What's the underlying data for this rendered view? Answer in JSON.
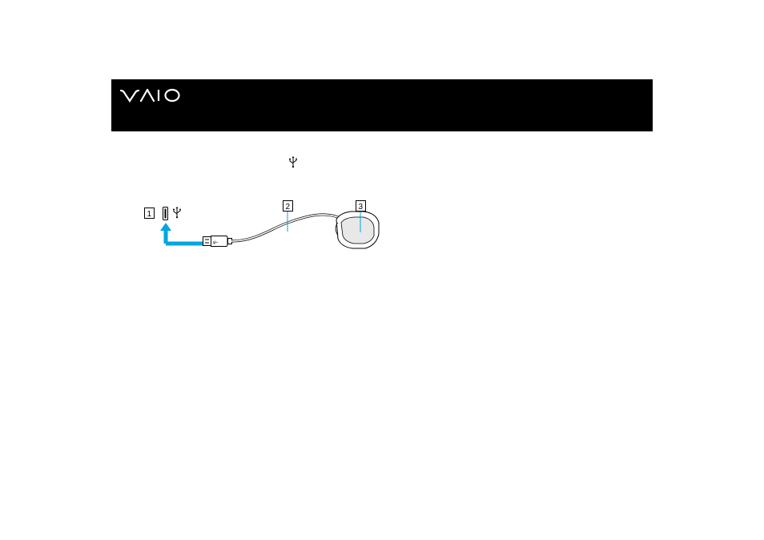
{
  "header": {
    "brand_color": "#000000",
    "logo": {
      "icon": "vaio-logo"
    }
  },
  "icons": {
    "inline_usb": "usb-symbol-icon"
  },
  "diagram": {
    "callouts": [
      {
        "number": "1"
      },
      {
        "number": "2"
      },
      {
        "number": "3"
      }
    ],
    "arrow_color": "#00a6e0",
    "icons": [
      "usb-port-icon",
      "usb-symbol-icon",
      "usb-plug-icon",
      "cable-icon",
      "device-icon"
    ]
  }
}
